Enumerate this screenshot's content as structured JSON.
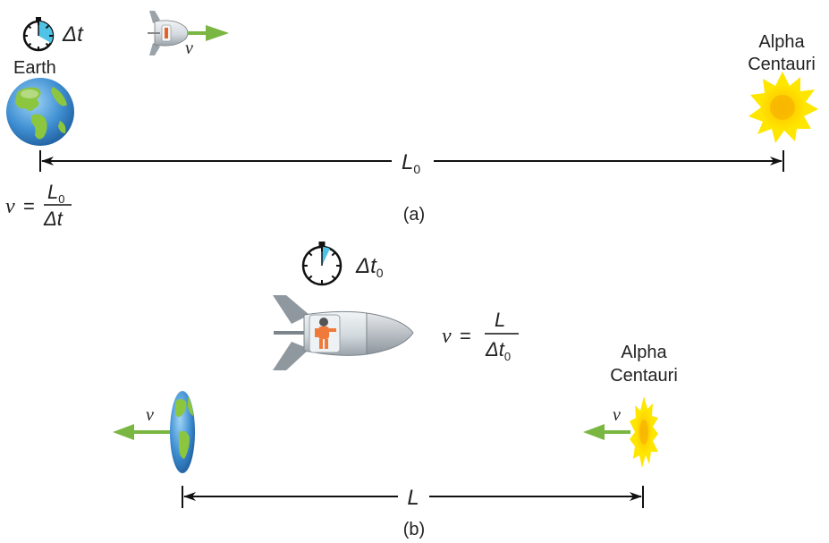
{
  "panel_a": {
    "earth_label": "Earth",
    "star_label_line1": "Alpha",
    "star_label_line2": "Centauri",
    "clock_symbol": "Δt",
    "rocket_velocity": "v",
    "distance_label": "L",
    "distance_subscript": "0",
    "equation": {
      "lhs": "v",
      "equals": "=",
      "numerator": "L",
      "numerator_subscript": "0",
      "denominator": "Δt"
    },
    "caption": "(a)"
  },
  "panel_b": {
    "clock_symbol": "Δt",
    "clock_subscript": "0",
    "equation": {
      "lhs": "v",
      "equals": "=",
      "numerator": "L",
      "denominator": "Δt",
      "denominator_subscript": "0"
    },
    "star_label_line1": "Alpha",
    "star_label_line2": "Centauri",
    "earth_velocity": "v",
    "star_velocity": "v",
    "distance_label": "L",
    "caption": "(b)"
  },
  "colors": {
    "arrow_green": "#7ab642",
    "ocean_blue": "#3f8fd2",
    "land_green": "#8cc63f",
    "star_yellow": "#ffe600",
    "star_center": "#f7b500",
    "clock_fill": "#4fc3e6",
    "rocket_body": "#d6dde2",
    "astronaut_orange": "#f07a3a"
  }
}
